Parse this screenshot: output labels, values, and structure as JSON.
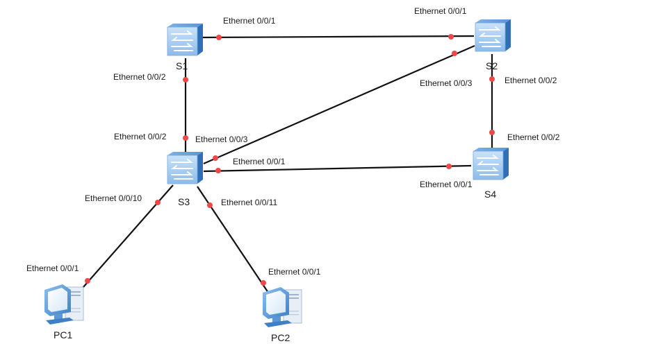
{
  "diagram": {
    "type": "network-topology",
    "colors": {
      "link": "#111111",
      "port_dot": "#f04848",
      "switch_front": "#a9cdf0",
      "switch_side": "#2f6fb8",
      "pc_body": "#6fa8e0"
    },
    "devices": [
      {
        "id": "S1",
        "label": "S1",
        "kind": "switch"
      },
      {
        "id": "S2",
        "label": "S2",
        "kind": "switch"
      },
      {
        "id": "S3",
        "label": "S3",
        "kind": "switch"
      },
      {
        "id": "S4",
        "label": "S4",
        "kind": "switch"
      },
      {
        "id": "PC1",
        "label": "PC1",
        "kind": "pc"
      },
      {
        "id": "PC2",
        "label": "PC2",
        "kind": "pc"
      }
    ],
    "links": [
      {
        "id": "S1-S2",
        "a": "S1",
        "a_port": "Ethernet 0/0/1",
        "b": "S2",
        "b_port": "Ethernet 0/0/1"
      },
      {
        "id": "S1-S3",
        "a": "S1",
        "a_port": "Ethernet 0/0/2",
        "b": "S3",
        "b_port": "Ethernet 0/0/2"
      },
      {
        "id": "S2-S3",
        "a": "S2",
        "a_port": "Ethernet 0/0/3",
        "b": "S3",
        "b_port": "Ethernet 0/0/3"
      },
      {
        "id": "S2-S4",
        "a": "S2",
        "a_port": "Ethernet 0/0/2",
        "b": "S4",
        "b_port": "Ethernet 0/0/2"
      },
      {
        "id": "S3-S4",
        "a": "S3",
        "a_port": "Ethernet 0/0/1",
        "b": "S4",
        "b_port": "Ethernet 0/0/1"
      },
      {
        "id": "S3-PC1",
        "a": "S3",
        "a_port": "Ethernet 0/0/10",
        "b": "PC1",
        "b_port": "Ethernet 0/0/1"
      },
      {
        "id": "S3-PC2",
        "a": "S3",
        "a_port": "Ethernet 0/0/11",
        "b": "PC2",
        "b_port": "Ethernet 0/0/1"
      }
    ]
  }
}
